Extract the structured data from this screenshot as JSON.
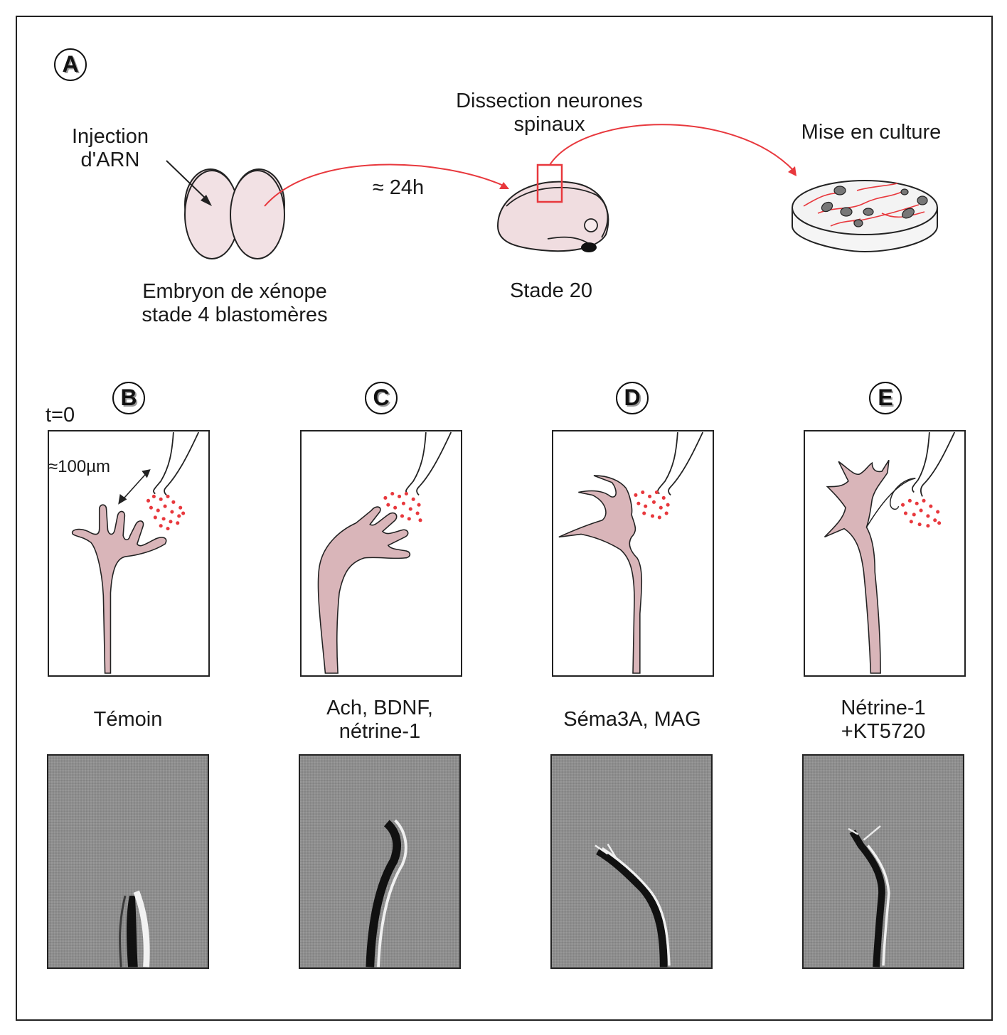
{
  "panel_a": {
    "badge": "A",
    "injection_label": [
      "Injection",
      "d'ARN"
    ],
    "dissection_label": [
      "Dissection neurones",
      "spinaux"
    ],
    "culture_label": "Mise en culture",
    "time_label": "≈ 24h",
    "embryo_label": [
      "Embryon de xénope",
      "stade 4 blastomères"
    ],
    "stage_label": "Stade 20"
  },
  "t0_label": "t=0",
  "scale_label": "≈100µm",
  "conditions": [
    {
      "badge": "B",
      "caption": [
        "Témoin"
      ]
    },
    {
      "badge": "C",
      "caption": [
        "Ach, BDNF,",
        "nétrine-1"
      ]
    },
    {
      "badge": "D",
      "caption": [
        "Séma3A, MAG"
      ]
    },
    {
      "badge": "E",
      "caption": [
        "Nétrine-1",
        "+KT5720"
      ]
    }
  ],
  "colors": {
    "cell_fill": "#d9b5b9",
    "embryo_fill": "#f0dde0",
    "arrow_red": "#e8383d",
    "dot_red": "#e8383d",
    "photo_bg": "#8e8e8e"
  }
}
